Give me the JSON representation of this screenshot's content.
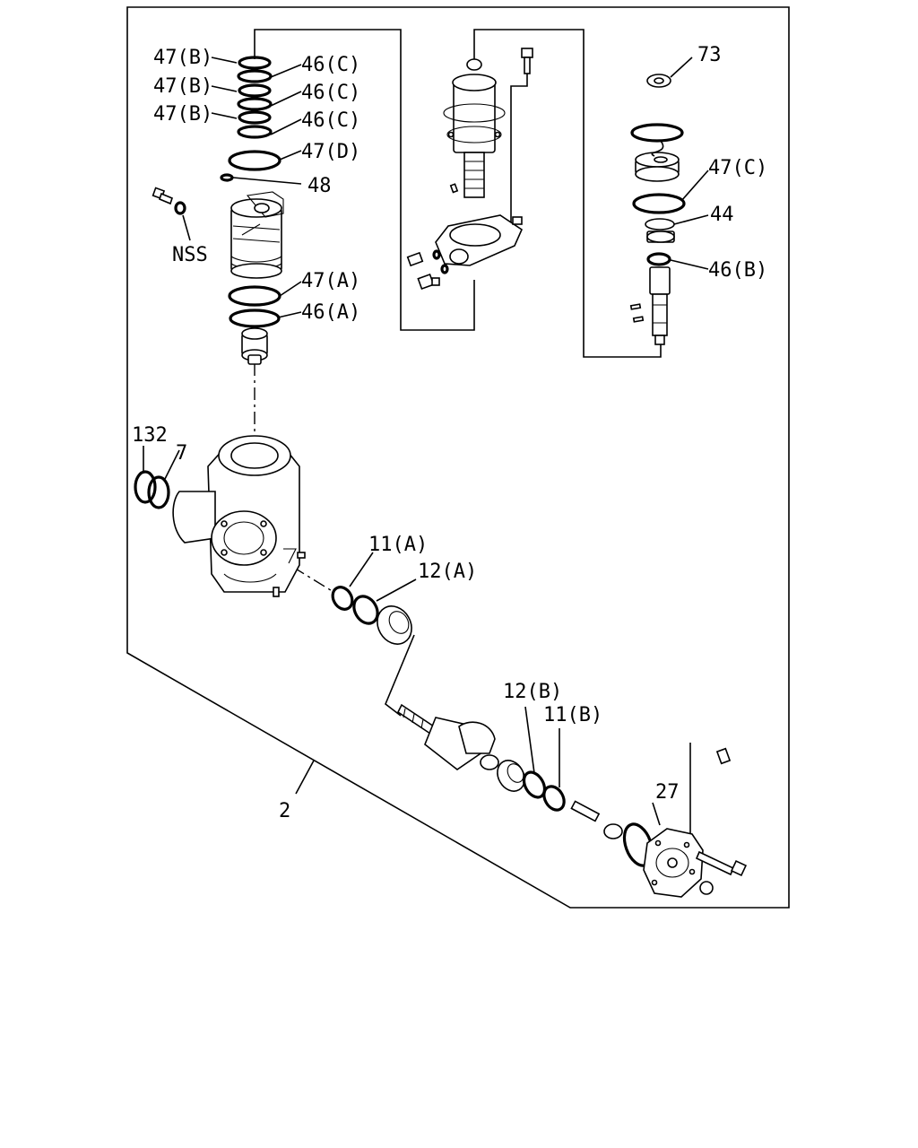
{
  "labels": {
    "l47b_1": "47(B)",
    "l47b_2": "47(B)",
    "l47b_3": "47(B)",
    "l46c_1": "46(C)",
    "l46c_2": "46(C)",
    "l46c_3": "46(C)",
    "l47d": "47(D)",
    "l48": "48",
    "lnss": "NSS",
    "l47a": "47(A)",
    "l46a": "46(A)",
    "l73": "73",
    "l47c": "47(C)",
    "l44": "44",
    "l46b": "46(B)",
    "l132": "132",
    "l7": "7",
    "l11a": "11(A)",
    "l12a": "12(A)",
    "l12b": "12(B)",
    "l11b": "11(B)",
    "l27": "27",
    "l2": "2"
  }
}
